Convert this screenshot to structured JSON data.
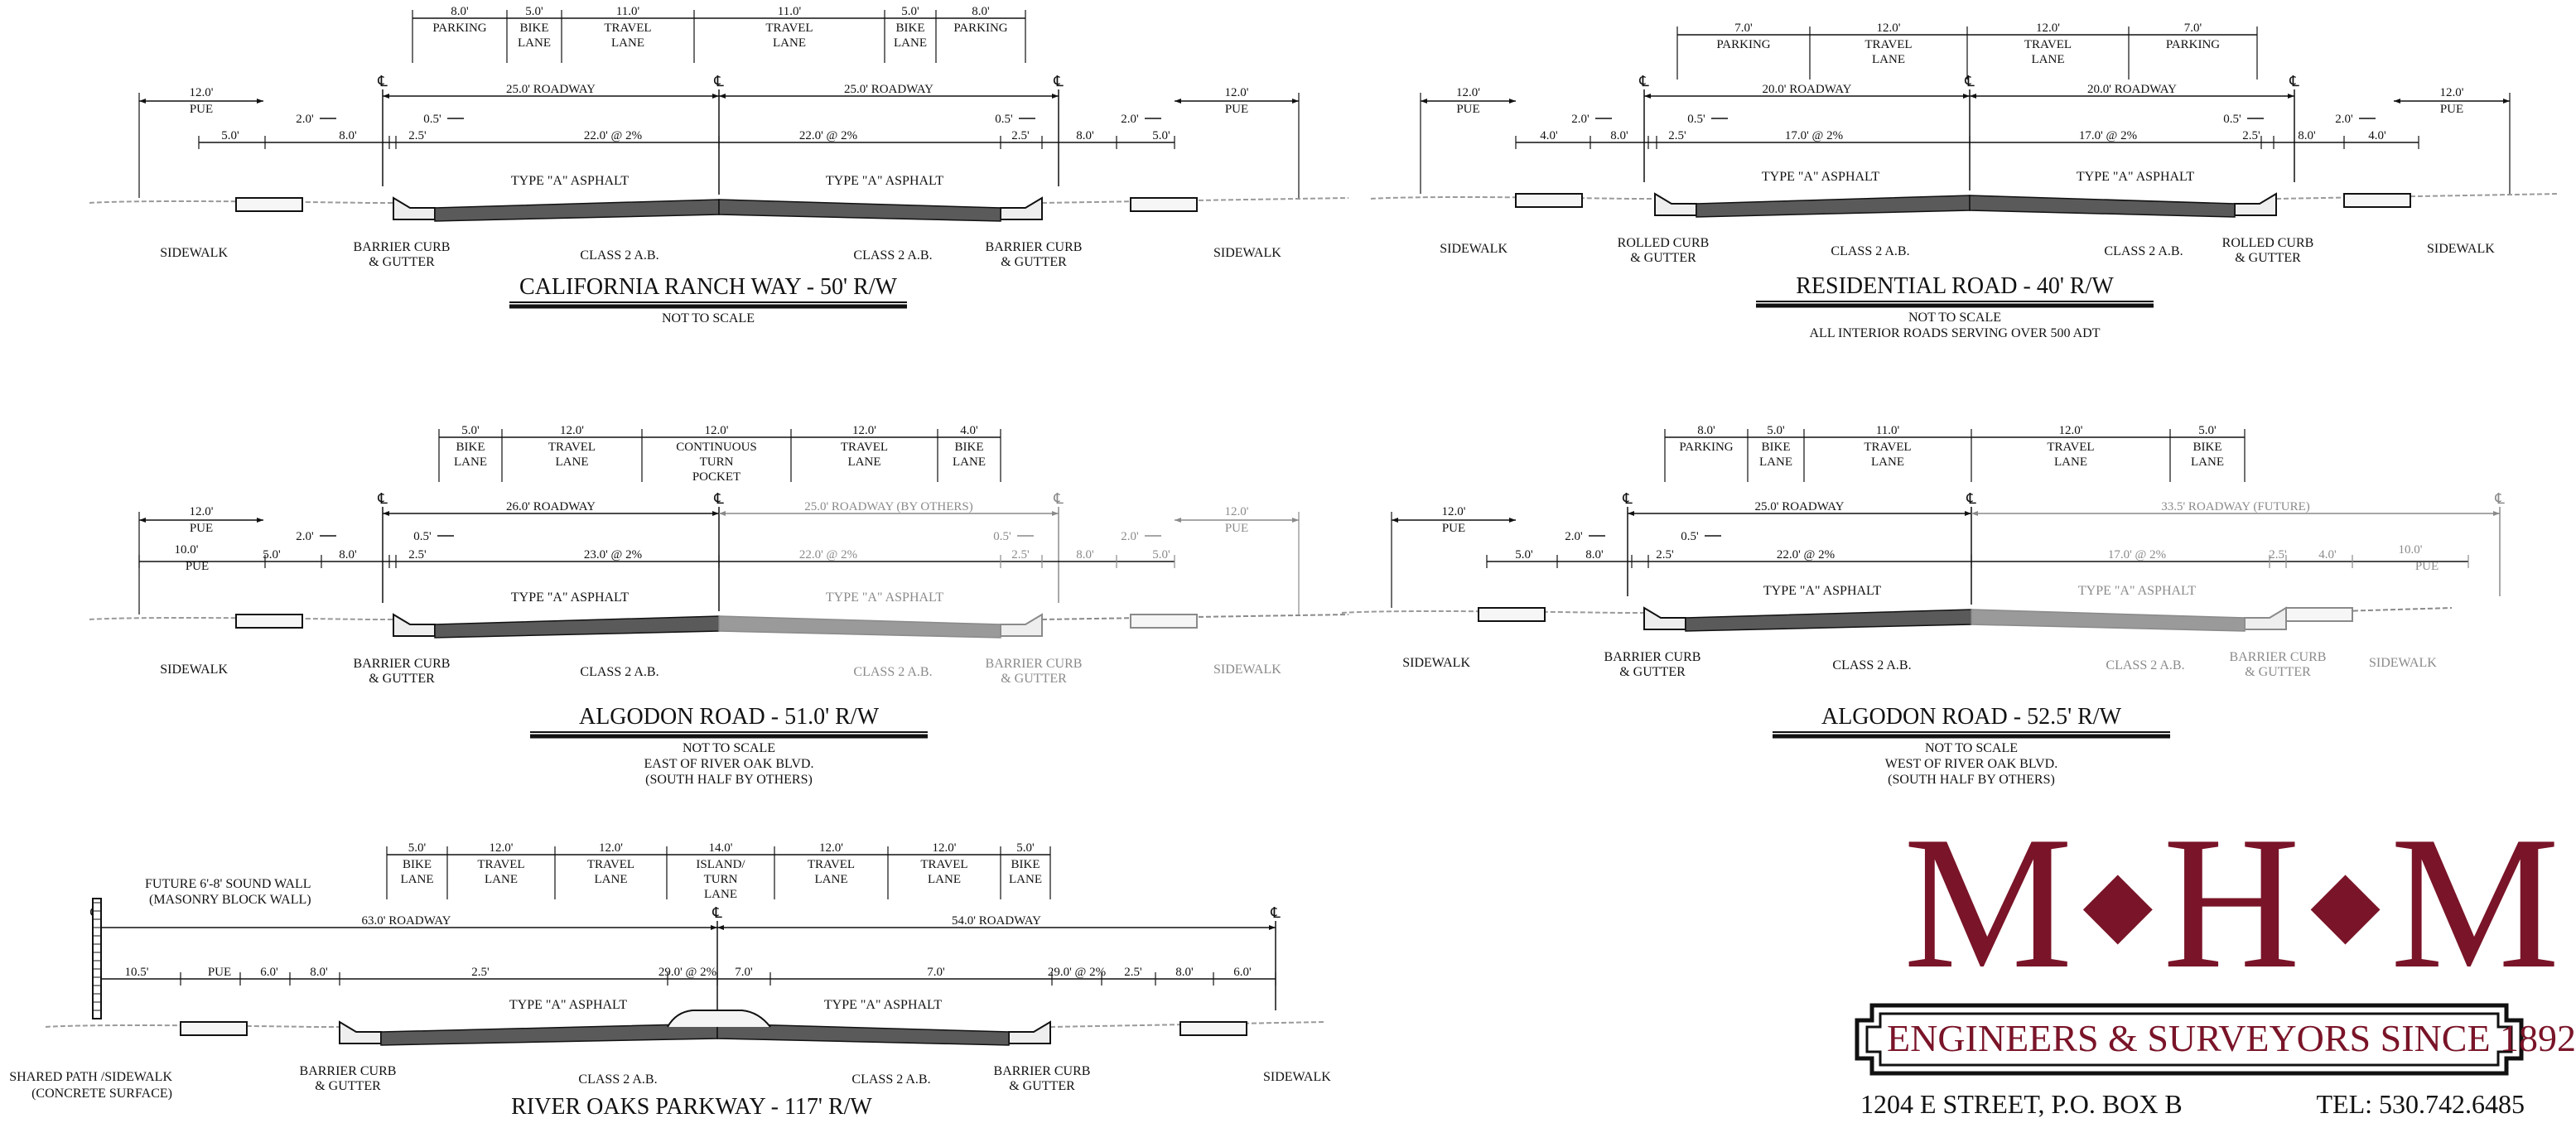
{
  "sections": [
    {
      "title": "CALIFORNIA RANCH WAY - 50' R/W",
      "notes": [
        "NOT TO SCALE"
      ],
      "lanes": [
        {
          "dim": "8.0'",
          "labels": [
            "PARKING"
          ]
        },
        {
          "dim": "5.0'",
          "labels": [
            "BIKE",
            "LANE"
          ]
        },
        {
          "dim": "11.0'",
          "labels": [
            "TRAVEL",
            "LANE"
          ]
        },
        {
          "dim": "11.0'",
          "labels": [
            "TRAVEL",
            "LANE"
          ]
        },
        {
          "dim": "5.0'",
          "labels": [
            "BIKE",
            "LANE"
          ]
        },
        {
          "dim": "8.0'",
          "labels": [
            "PARKING"
          ]
        }
      ],
      "row_pue": [
        "12.0'",
        "PUE",
        "12.0'",
        "PUE"
      ],
      "row_roadway": [
        "25.0' ROADWAY",
        "25.0' ROADWAY"
      ],
      "row_small": [
        "2.0'",
        "0.5'",
        "0.5'",
        "2.0'"
      ],
      "row_detail": [
        "5.0'",
        "8.0'",
        "2.5'",
        "22.0' @ 2%",
        "22.0' @ 2%",
        "2.5'",
        "8.0'",
        "5.0'"
      ],
      "callouts": [
        "TYPE \"A\" ASPHALT",
        "TYPE \"A\" ASPHALT",
        "SIDEWALK",
        "BARRIER CURB",
        "& GUTTER",
        "CLASS 2 A.B.",
        "CLASS 2 A.B.",
        "BARRIER CURB",
        "& GUTTER",
        "SIDEWALK"
      ]
    },
    {
      "title": "RESIDENTIAL ROAD - 40' R/W",
      "notes": [
        "NOT TO SCALE",
        "ALL INTERIOR ROADS SERVING OVER 500 ADT"
      ],
      "lanes": [
        {
          "dim": "7.0'",
          "labels": [
            "PARKING"
          ]
        },
        {
          "dim": "12.0'",
          "labels": [
            "TRAVEL",
            "LANE"
          ]
        },
        {
          "dim": "12.0'",
          "labels": [
            "TRAVEL",
            "LANE"
          ]
        },
        {
          "dim": "7.0'",
          "labels": [
            "PARKING"
          ]
        }
      ],
      "row_pue": [
        "12.0'",
        "PUE",
        "12.0'",
        "PUE"
      ],
      "row_roadway": [
        "20.0' ROADWAY",
        "20.0' ROADWAY"
      ],
      "row_small": [
        "2.0'",
        "0.5'",
        "0.5'",
        "2.0'"
      ],
      "row_detail": [
        "4.0'",
        "8.0'",
        "2.5'",
        "17.0' @ 2%",
        "17.0' @ 2%",
        "2.5'",
        "8.0'",
        "4.0'"
      ],
      "callouts": [
        "TYPE \"A\" ASPHALT",
        "TYPE \"A\" ASPHALT",
        "SIDEWALK",
        "ROLLED CURB",
        "& GUTTER",
        "CLASS 2 A.B.",
        "CLASS 2 A.B.",
        "ROLLED CURB",
        "& GUTTER",
        "SIDEWALK"
      ]
    },
    {
      "title": "ALGODON ROAD - 51.0' R/W",
      "notes": [
        "NOT TO SCALE",
        "EAST OF RIVER OAK BLVD.",
        "(SOUTH HALF BY OTHERS)"
      ],
      "lanes": [
        {
          "dim": "5.0'",
          "labels": [
            "BIKE",
            "LANE"
          ]
        },
        {
          "dim": "12.0'",
          "labels": [
            "TRAVEL",
            "LANE"
          ]
        },
        {
          "dim": "12.0'",
          "labels": [
            "CONTINUOUS",
            "TURN",
            "POCKET"
          ]
        },
        {
          "dim": "12.0'",
          "labels": [
            "TRAVEL",
            "LANE"
          ]
        },
        {
          "dim": "4.0'",
          "labels": [
            "BIKE",
            "LANE"
          ]
        }
      ],
      "row_pue": [
        "12.0'",
        "PUE",
        "12.0'",
        "PUE"
      ],
      "row_roadway": [
        "26.0' ROADWAY",
        "25.0' ROADWAY (BY OTHERS)"
      ],
      "row_small": [
        "2.0'",
        "0.5'",
        "0.5'",
        "2.0'"
      ],
      "row_detail": [
        "10.0'",
        "PUE",
        "5.0'",
        "8.0'",
        "2.5'",
        "23.0' @ 2%",
        "22.0' @ 2%",
        "2.5'",
        "8.0'",
        "5.0'"
      ],
      "callouts": [
        "TYPE \"A\" ASPHALT",
        "TYPE \"A\" ASPHALT",
        "SIDEWALK",
        "BARRIER CURB",
        "& GUTTER",
        "CLASS 2 A.B.",
        "CLASS 2 A.B.",
        "BARRIER CURB",
        "& GUTTER",
        "SIDEWALK"
      ]
    },
    {
      "title": "ALGODON ROAD - 52.5' R/W",
      "notes": [
        "NOT TO SCALE",
        "WEST OF RIVER OAK BLVD.",
        "(SOUTH HALF BY OTHERS)"
      ],
      "lanes": [
        {
          "dim": "8.0'",
          "labels": [
            "PARKING"
          ]
        },
        {
          "dim": "5.0'",
          "labels": [
            "BIKE",
            "LANE"
          ]
        },
        {
          "dim": "11.0'",
          "labels": [
            "TRAVEL",
            "LANE"
          ]
        },
        {
          "dim": "12.0'",
          "labels": [
            "TRAVEL",
            "LANE"
          ]
        },
        {
          "dim": "5.0'",
          "labels": [
            "BIKE",
            "LANE"
          ]
        }
      ],
      "row_pue": [
        "12.0'",
        "PUE"
      ],
      "row_roadway": [
        "25.0' ROADWAY",
        "33.5' ROADWAY (FUTURE)"
      ],
      "row_small": [
        "2.0'",
        "0.5'"
      ],
      "row_detail": [
        "5.0'",
        "8.0'",
        "2.5'",
        "22.0' @ 2%",
        "17.0' @ 2%",
        "2.5'",
        "4.0'",
        "10.0'",
        "PUE"
      ],
      "callouts": [
        "TYPE \"A\" ASPHALT",
        "TYPE \"A\" ASPHALT",
        "SIDEWALK",
        "BARRIER CURB",
        "& GUTTER",
        "CLASS 2 A.B.",
        "CLASS 2 A.B.",
        "BARRIER CURB",
        "& GUTTER",
        "SIDEWALK"
      ]
    },
    {
      "title": "RIVER OAKS PARKWAY - 117' R/W",
      "notes": [],
      "lanes": [
        {
          "dim": "5.0'",
          "labels": [
            "BIKE",
            "LANE"
          ]
        },
        {
          "dim": "12.0'",
          "labels": [
            "TRAVEL",
            "LANE"
          ]
        },
        {
          "dim": "12.0'",
          "labels": [
            "TRAVEL",
            "LANE"
          ]
        },
        {
          "dim": "14.0'",
          "labels": [
            "ISLAND/",
            "TURN",
            "LANE"
          ]
        },
        {
          "dim": "12.0'",
          "labels": [
            "TRAVEL",
            "LANE"
          ]
        },
        {
          "dim": "12.0'",
          "labels": [
            "TRAVEL",
            "LANE"
          ]
        },
        {
          "dim": "5.0'",
          "labels": [
            "BIKE",
            "LANE"
          ]
        }
      ],
      "sound_wall": [
        "FUTURE 6'-8' SOUND WALL",
        "(MASONRY BLOCK WALL)"
      ],
      "row_roadway": [
        "63.0' ROADWAY",
        "54.0' ROADWAY"
      ],
      "row_detail": [
        "10.5'",
        "PUE",
        "6.0'",
        "8.0'",
        "2.5'",
        "29.0' @ 2%",
        "7.0'",
        "7.0'",
        "29.0' @ 2%",
        "2.5'",
        "8.0'",
        "6.0'"
      ],
      "callouts": [
        "TYPE \"A\" ASPHALT",
        "TYPE \"A\" ASPHALT",
        "SHARED PATH /SIDEWALK",
        "(CONCRETE SURFACE)",
        "BARRIER CURB",
        "& GUTTER",
        "CLASS 2 A.B.",
        "CLASS 2 A.B.",
        "BARRIER CURB",
        "& GUTTER",
        "SIDEWALK"
      ]
    }
  ],
  "logo": {
    "letter_1": "M",
    "letter_2": "H",
    "letter_3": "M",
    "separator": "◆",
    "tagline": "ENGINEERS & SURVEYORS SINCE 1892",
    "address": "1204 E STREET, P.O. BOX B",
    "phone": "TEL: 530.742.6485",
    "brand_color": "#7a1428"
  },
  "colors": {
    "ink": "#111111",
    "future": "#8a8a8a",
    "asphalt": "#5a5a5a",
    "ground": "#9a9a9a"
  }
}
